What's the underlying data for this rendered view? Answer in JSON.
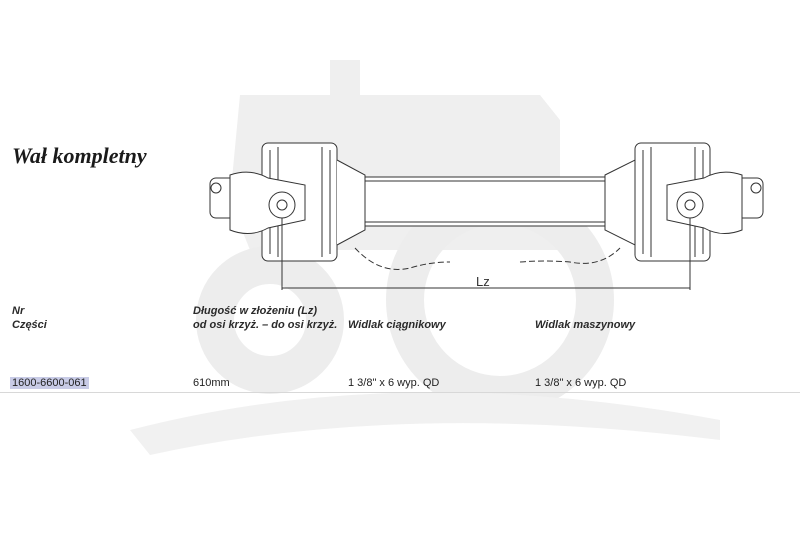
{
  "document": {
    "title": "Wał kompletny",
    "drawing": {
      "dimension_label": "Lz"
    },
    "table": {
      "headers": {
        "nr_line1": "Nr",
        "nr_line2": "Części",
        "length_line1": "Długość w złożeniu (Lz)",
        "length_line2": "od osi krzyż. – do osi krzyż.",
        "tractor_yoke": "Widlak ciągnikowy",
        "machine_yoke": "Widlak maszynowy"
      },
      "rows": [
        {
          "part_no": "1600-6600-061",
          "length": "610mm",
          "tractor_yoke": "1 3/8\" x 6 wyp. QD",
          "machine_yoke": "1 3/8\" x 6 wyp. QD"
        }
      ]
    },
    "colors": {
      "part_highlight": "#c8cbe6",
      "watermark": "#eeeeee"
    }
  }
}
